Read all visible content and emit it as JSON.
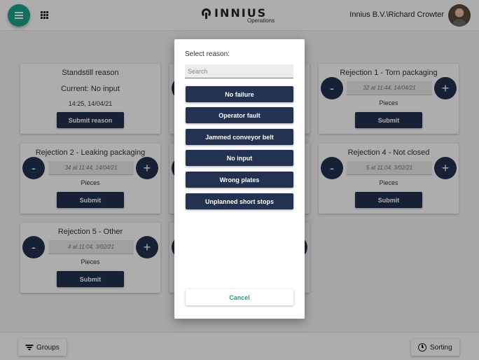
{
  "header": {
    "logo_text": "INNIUS",
    "logo_sub": "Operations",
    "user": "Innius B.V.\\Richard Crowter"
  },
  "page_title": "Sensors Packaging line",
  "cards": {
    "standstill": {
      "title": "Standstill reason",
      "current": "Current: No input",
      "time": "14:25, 14/04/21",
      "button": "Submit reason"
    },
    "rej1": {
      "title": "Rejection 1 - Torn packaging",
      "value": "32 at 11:44, 14/04/21",
      "unit": "Pieces",
      "button": "Submit"
    },
    "rej2": {
      "title": "Rejection 2 - Leaking packaging",
      "value": "34 at 11:44, 14/04/21",
      "unit": "Pieces",
      "button": "Submit"
    },
    "rej4": {
      "title": "Rejection 4 - Not closed",
      "value": "5 at 11:04, 3/02/21",
      "unit": "Pieces",
      "button": "Submit"
    },
    "rej5": {
      "title": "Rejection 5 - Other",
      "value": "4 at 11:04, 3/02/21",
      "unit": "Pieces",
      "button": "Submit"
    },
    "minus": "-",
    "plus": "+"
  },
  "bottom": {
    "groups": "Groups",
    "sorting": "Sorting"
  },
  "modal": {
    "label": "Select reason:",
    "search_placeholder": "Search",
    "reasons": [
      "No failure",
      "Operator fault",
      "Jammed conveyor belt",
      "No input",
      "Wrong plates",
      "Unplanned short stops"
    ],
    "cancel": "Cancel"
  },
  "colors": {
    "accent": "#1aa489",
    "primary": "#233250"
  }
}
